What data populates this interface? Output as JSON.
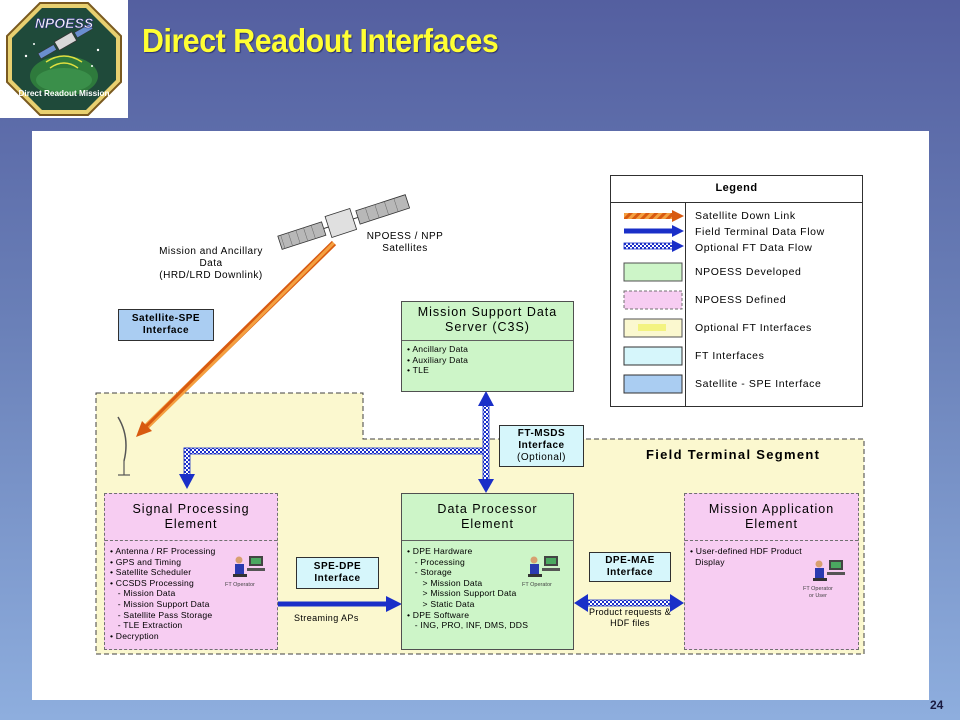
{
  "header": {
    "title": "Direct Readout Interfaces",
    "logo_top_text": "NPOESS",
    "logo_bottom_text": "Direct Readout Mission"
  },
  "page_number": "24",
  "diagram": {
    "satellite_label_line1": "NPOESS / NPP",
    "satellite_label_line2": "Satellites",
    "downlink_label_line1": "Mission and Ancillary",
    "downlink_label_line2": "Data",
    "downlink_label_line3": "(HRD/LRD Downlink)",
    "sat_spe_interface_line1": "Satellite-SPE",
    "sat_spe_interface_line2": "Interface",
    "msds": {
      "title_line1": "Mission Support Data",
      "title_line2": "Server (C3S)",
      "bullets": "• Ancillary Data\n• Auxiliary Data\n• TLE"
    },
    "ft_msds": {
      "line1": "FT-MSDS",
      "line2": "Interface",
      "line3": "(Optional)"
    },
    "field_terminal_segment": "Field Terminal Segment",
    "spe": {
      "title_line1": "Signal Processing",
      "title_line2": "Element",
      "bullets": "• Antenna / RF Processing\n• GPS and Timing\n• Satellite Scheduler\n• CCSDS Processing\n   - Mission Data\n   - Mission Support Data\n   - Satellite Pass Storage\n   - TLE Extraction\n• Decryption",
      "operator_label": "FT Operator"
    },
    "dpe": {
      "title_line1": "Data Processor",
      "title_line2": "Element",
      "bullets": "• DPE Hardware\n   - Processing\n   - Storage\n      > Mission Data\n      > Mission Support Data\n      > Static Data\n• DPE Software\n   - ING, PRO, INF, DMS, DDS",
      "operator_label": "FT Operator"
    },
    "mae": {
      "title_line1": "Mission Application",
      "title_line2": "Element",
      "bullets": "• User-defined HDF Product\n  Display",
      "operator_label_line1": "FT Operator",
      "operator_label_line2": "or User"
    },
    "spe_dpe_interface_line1": "SPE-DPE",
    "spe_dpe_interface_line2": "Interface",
    "streaming_label": "Streaming APs",
    "dpe_mae_interface_line1": "DPE-MAE",
    "dpe_mae_interface_line2": "Interface",
    "product_req_line1": "Product requests &",
    "product_req_line2": "HDF files"
  },
  "legend": {
    "title": "Legend",
    "items": [
      "Satellite Down Link",
      "Field Terminal Data Flow",
      "Optional FT Data Flow",
      "NPOESS Developed",
      "NPOESS Defined",
      "Optional FT Interfaces",
      "FT Interfaces",
      "Satellite - SPE Interface"
    ]
  },
  "colors": {
    "title_yellow": "#ffff33",
    "npoess_developed": "#cdf5c8",
    "npoess_defined": "#f7cdf2",
    "ft_interface": "#d6f6fb",
    "sat_spe_interface": "#aacdf2",
    "field_terminal_bg": "#fbf8cf",
    "downlink_orange": "#f08a1c",
    "flow_blue": "#1a2fc8"
  }
}
